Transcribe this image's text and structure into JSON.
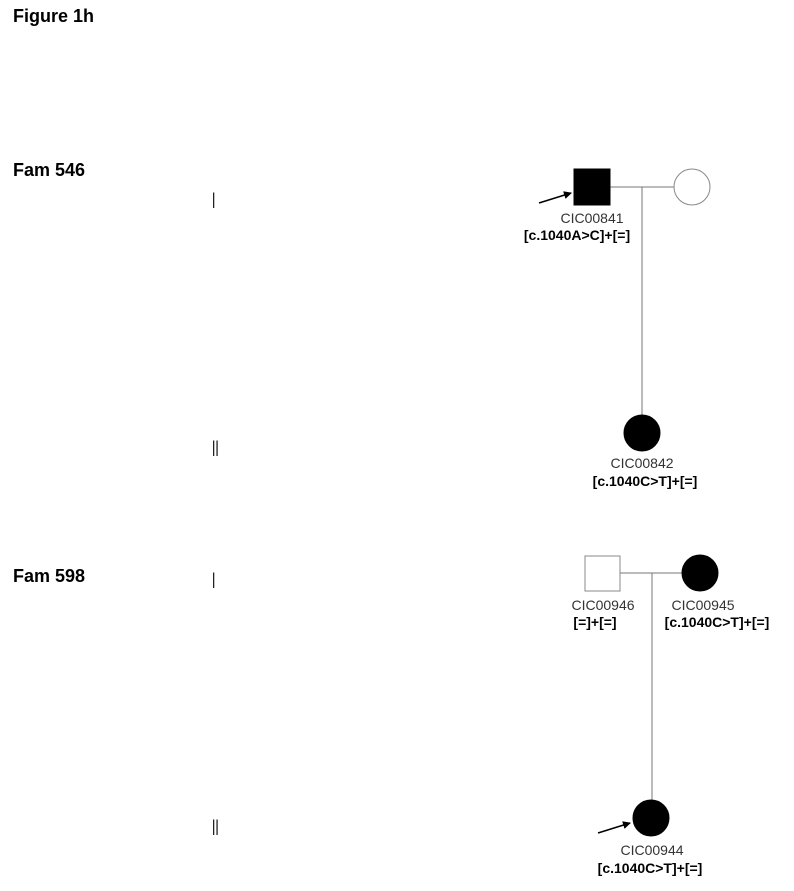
{
  "figure_title": "Figure 1h",
  "families": [
    {
      "label": "Fam 546",
      "generations": [
        "I",
        "II"
      ],
      "individuals": [
        {
          "id": "CIC00841",
          "genotype": "[c.1040A>C]+[=]",
          "sex": "male",
          "affected": true,
          "proband": true
        },
        {
          "id": "",
          "genotype": "",
          "sex": "female",
          "affected": false,
          "proband": false
        },
        {
          "id": "CIC00842",
          "genotype": "[c.1040C>T]+[=]",
          "sex": "female",
          "affected": true,
          "proband": false
        }
      ]
    },
    {
      "label": "Fam 598",
      "generations": [
        "I",
        "II"
      ],
      "individuals": [
        {
          "id": "CIC00946",
          "genotype": "[=]+[=]",
          "sex": "male",
          "affected": false,
          "proband": false
        },
        {
          "id": "CIC00945",
          "genotype": "[c.1040C>T]+[=]",
          "sex": "female",
          "affected": true,
          "proband": false
        },
        {
          "id": "CIC00944",
          "genotype": "[c.1040C>T]+[=]",
          "sex": "female",
          "affected": true,
          "proband": true
        }
      ]
    }
  ]
}
